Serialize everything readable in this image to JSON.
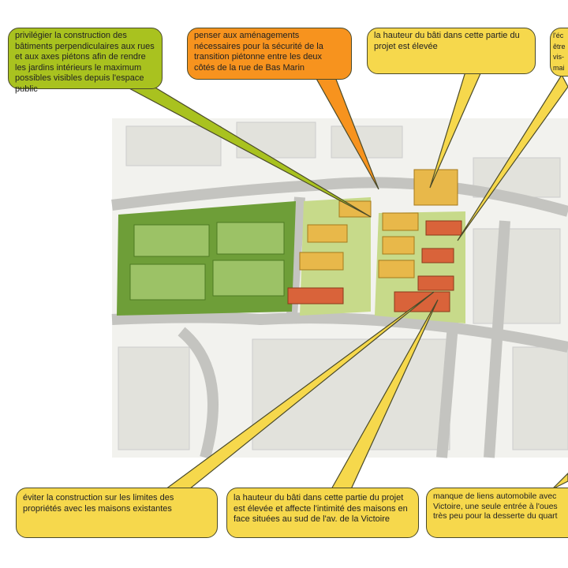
{
  "callouts": {
    "top_left": "privilégier la construction des bâtiments perpendiculaires aux rues et aux axes piétons afin de rendre les jardins intérieurs le maximum possibles visibles depuis l'espace public",
    "top_center": "penser aux aménagements nécessaires pour la sécurité de la transition piétonne entre les deux côtés de la rue de Bas Marin",
    "top_right": "la hauteur du bâti dans cette partie du projet est élevée",
    "top_far_right": "l'éc être vis- mai",
    "bottom_left": "éviter la construction sur les limites des propriétés avec les maisons existantes",
    "bottom_center": "la hauteur du bâti dans cette partie du projet est élevée et affecte l'intimité des maisons en face situées au sud de l'av. de la Victoire",
    "bottom_right": "manque de liens automobile avec Victoire, une seule entrée à l'oues très peu pour la desserte du quart"
  },
  "colors": {
    "green": "#a9c21f",
    "orange": "#f7931e",
    "yellow": "#f6d84c"
  }
}
